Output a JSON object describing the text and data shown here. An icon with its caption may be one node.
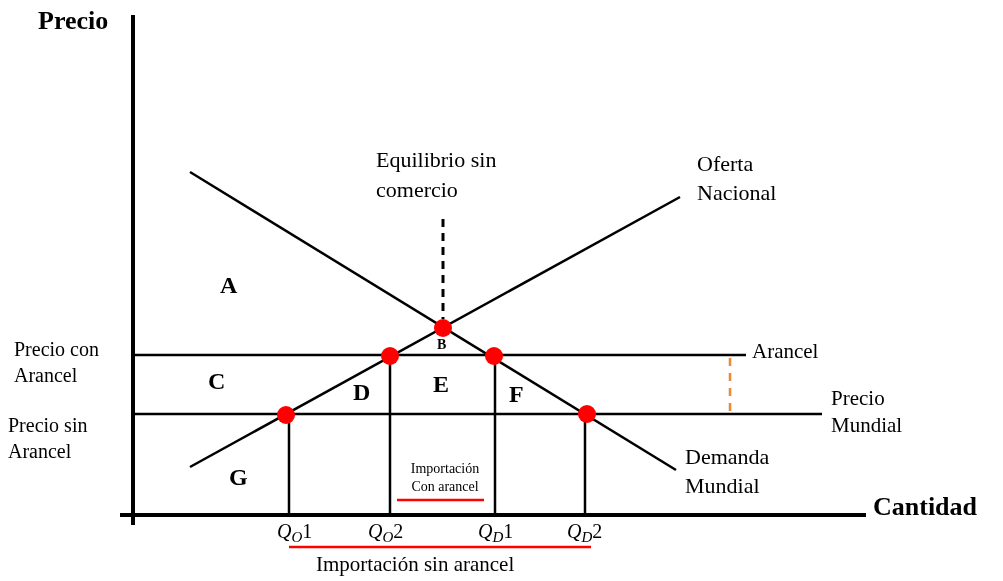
{
  "diagram": {
    "nodes": [
      {
        "text": [
          "Equilibrio sin comercio"
        ]
      },
      {
        "text": [],
        "shape": "circle"
      },
      {
        "text": [],
        "shape": "circle"
      },
      {
        "text": [],
        "shape": "circle"
      },
      {
        "text": [],
        "shape": "circle"
      },
      {
        "text": [],
        "shape": "circle"
      }
    ],
    "edges": [
      {
        "from": 0,
        "to": 3,
        "arrow": "none",
        "style": "dashed"
      }
    ],
    "labels": [
      "Precio",
      "Oferta Nacional",
      "A",
      "Precio con Arancel",
      "Arancel",
      "B",
      "C",
      "D",
      "E",
      "F",
      "Precio Mundial",
      "Precio sin Arancel",
      "Demanda Mundial",
      "G",
      "Importación Con arancel",
      "Cantidad",
      "*Q*$_{O}$1",
      "*Q*$_{O}$2",
      "*Q*$_{D}$1",
      "*Q*$_{D}$2",
      "Importación sin arancel"
    ]
  }
}
